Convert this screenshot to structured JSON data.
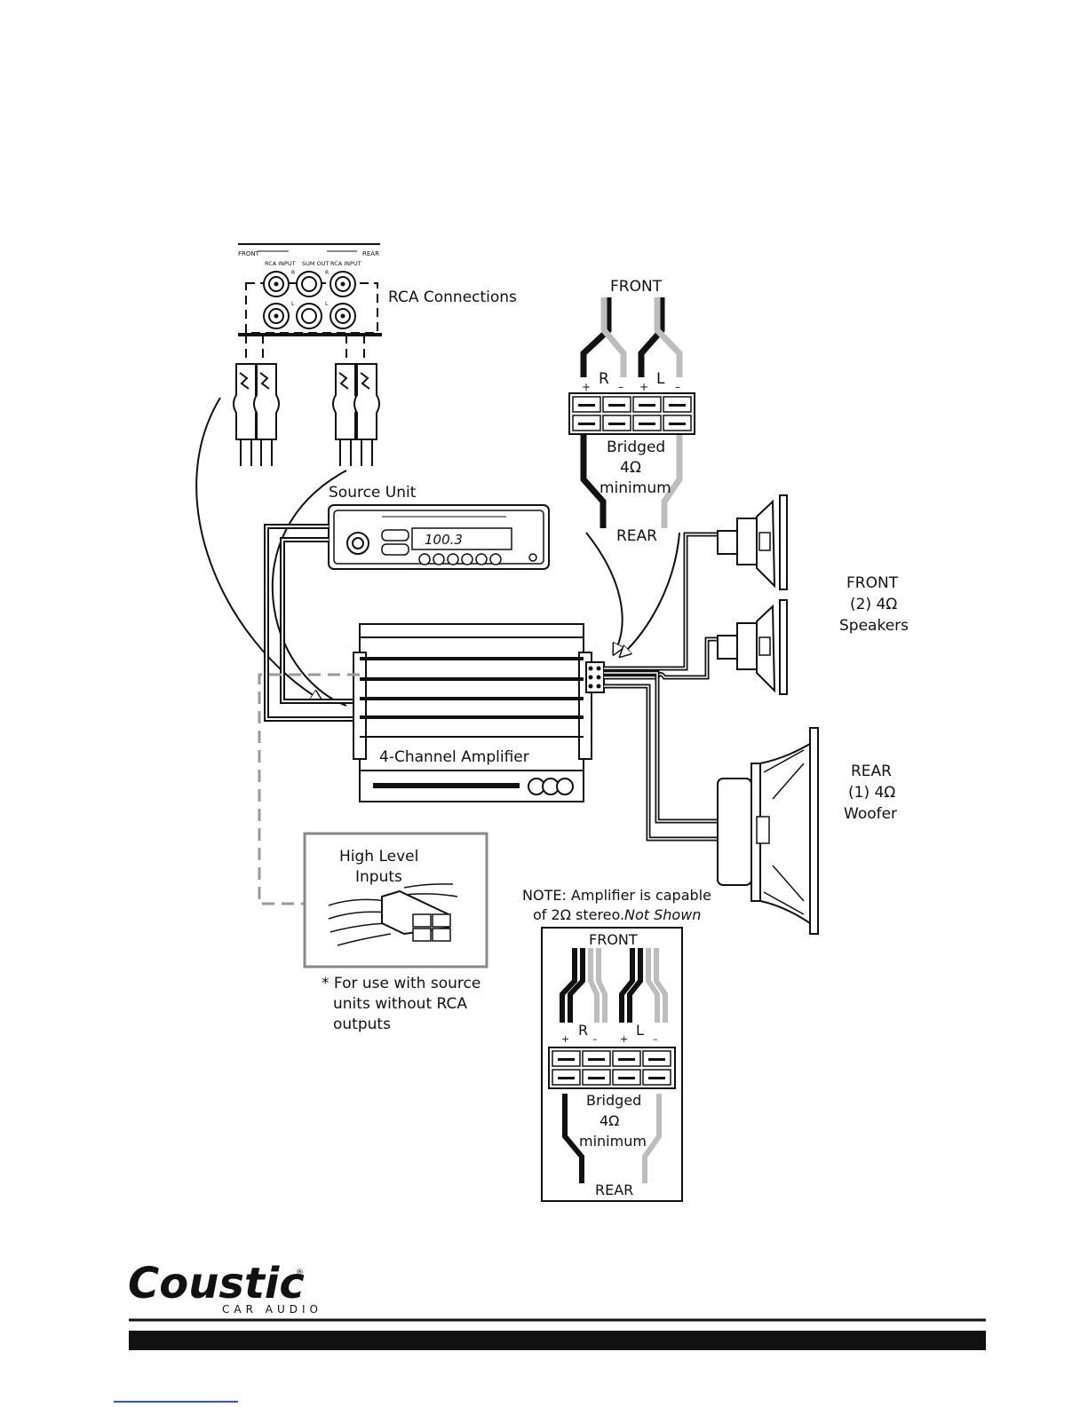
{
  "rca_panel": {
    "front": "FRONT",
    "rear": "REAR",
    "rca_input_left": "RCA INPUT",
    "sum_out": "SUM OUT",
    "rca_input_right": "RCA INPUT",
    "r": "R",
    "l": "L",
    "label": "RCA Connections"
  },
  "source_unit": {
    "label": "Source Unit",
    "display": "100.3"
  },
  "amplifier": {
    "label": "4-Channel Amplifier"
  },
  "terminal_main": {
    "front": "FRONT",
    "plus_r": "+",
    "r": "R",
    "minus_r": "–",
    "plus_l": "+",
    "l": "L",
    "minus_l": "–",
    "bridged": "Bridged",
    "ohm": "4Ω",
    "minimum": "minimum",
    "rear": "REAR"
  },
  "front_speakers": {
    "line1": "FRONT",
    "line2": "(2) 4Ω",
    "line3": "Speakers"
  },
  "rear_woofer": {
    "line1": "REAR",
    "line2": "(1) 4Ω",
    "line3": "Woofer"
  },
  "high_level": {
    "line1": "High Level",
    "line2": "Inputs",
    "note1": "* For use with source",
    "note2": "units without RCA",
    "note3": "outputs"
  },
  "note": {
    "line1": "NOTE: Amplifier is capable",
    "line2_a": "of 2Ω stereo.",
    "line2_b": "Not Shown"
  },
  "terminal_note": {
    "front": "FRONT",
    "plus_r": "+",
    "r": "R",
    "minus_r": "–",
    "plus_l": "+",
    "l": "L",
    "minus_l": "–",
    "bridged": "Bridged",
    "ohm": "4Ω",
    "minimum": "minimum",
    "rear": "REAR"
  },
  "brand": {
    "logo": "Coustic",
    "registered": "®",
    "tagline": "CAR AUDIO"
  }
}
